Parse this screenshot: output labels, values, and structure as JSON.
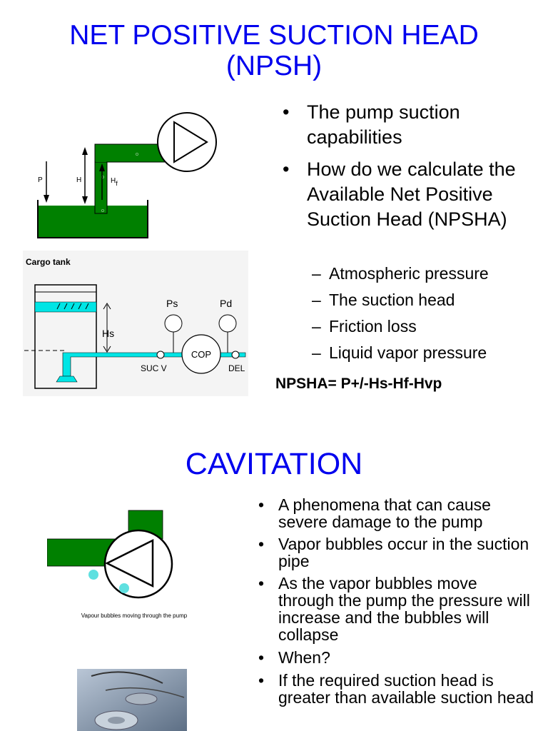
{
  "slide1": {
    "title_line1": "NET POSITIVE SUCTION HEAD",
    "title_line2": "(NPSH)",
    "bullets": [
      {
        "marker": "•",
        "text": "The pump suction capabilities"
      },
      {
        "marker": "•",
        "text": "How do we calculate the Available Net Positive Suction Head (NPSHA)"
      }
    ],
    "subbullets": [
      {
        "marker": "–",
        "text": "Atmospheric pressure"
      },
      {
        "marker": "–",
        "text": "The suction head"
      },
      {
        "marker": "–",
        "text": "Friction loss"
      },
      {
        "marker": "–",
        "text": "Liquid vapor pressure"
      }
    ],
    "formula": "NPSHA= P+/-Hs-Hf-Hvp",
    "diagram1": {
      "label_p": "P",
      "label_h": "H",
      "label_hf_main": "H",
      "label_hf_sub": "f"
    },
    "diagram2": {
      "caption": "Cargo tank",
      "label_ps": "Ps",
      "label_pd": "Pd",
      "label_hs": "Hs",
      "label_cop": "COP",
      "label_suc_v": "SUC V",
      "label_del": "DEL"
    }
  },
  "slide2": {
    "title": "CAVITATION",
    "bullets": [
      {
        "marker": "•",
        "text": "A phenomena that can cause severe damage to the pump"
      },
      {
        "marker": "•",
        "text": "Vapor bubbles occur in the suction pipe"
      },
      {
        "marker": "•",
        "text": "As the vapor bubbles move through the pump the pressure will increase and the bubbles will collapse"
      },
      {
        "marker": "•",
        "text": "When?"
      },
      {
        "marker": "•",
        "text": "If the required suction head is greater than available suction head"
      }
    ],
    "diagram_caption": "Vapour bubbles moving through the pump"
  },
  "colors": {
    "title_blue": "#0000ee",
    "liquid_green": "#008000",
    "pipe_cyan": "#00e5e5"
  }
}
